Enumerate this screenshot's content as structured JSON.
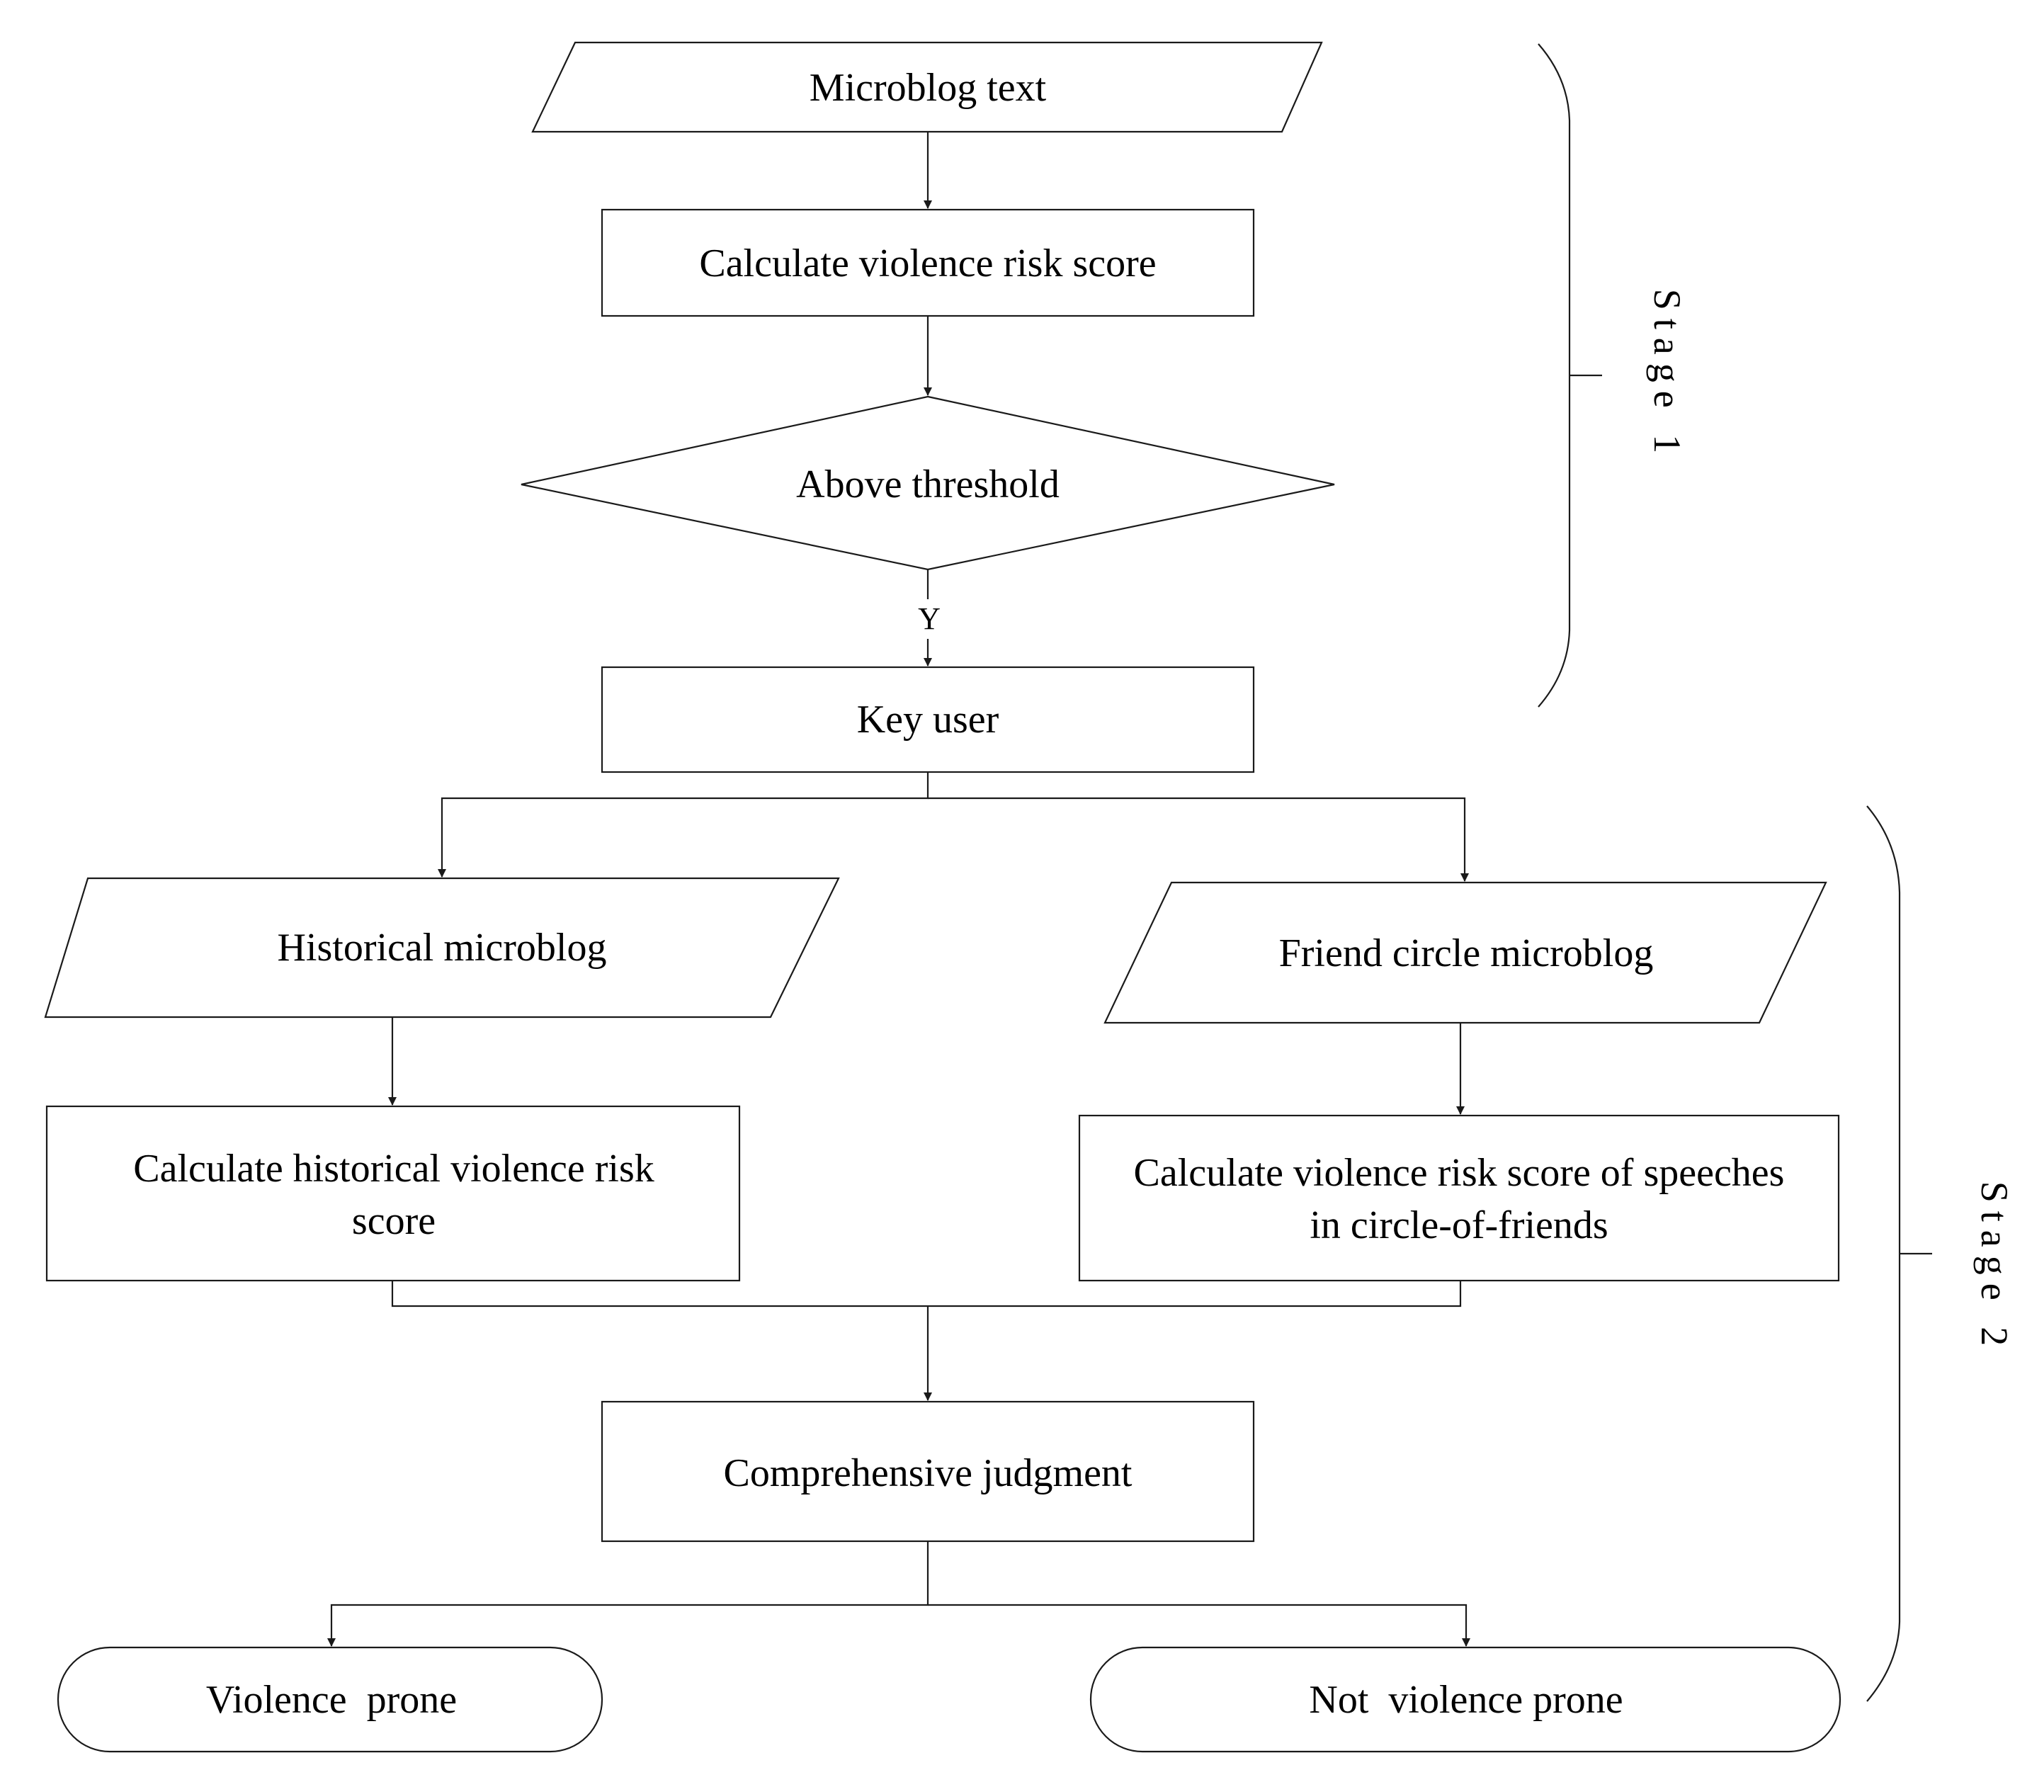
{
  "nodes": {
    "input_text": "Microblog text",
    "calc_score": "Calculate violence risk score",
    "decision": "Above threshold",
    "key_user": "Key user",
    "historical_input": "Historical microblog",
    "friend_input": "Friend circle microblog",
    "calc_historical_line1": "Calculate historical violence risk",
    "calc_historical_line2": "score",
    "calc_friends_line1": "Calculate violence risk score of speeches",
    "calc_friends_line2": "in circle-of-friends",
    "judgment": "Comprehensive judgment",
    "violence_prone": "Violence  prone",
    "not_violence_prone": "Not  violence prone"
  },
  "edges": {
    "decision_yes_label": "Y"
  },
  "stages": {
    "stage1": "Stage 1",
    "stage2": "Stage 2"
  }
}
